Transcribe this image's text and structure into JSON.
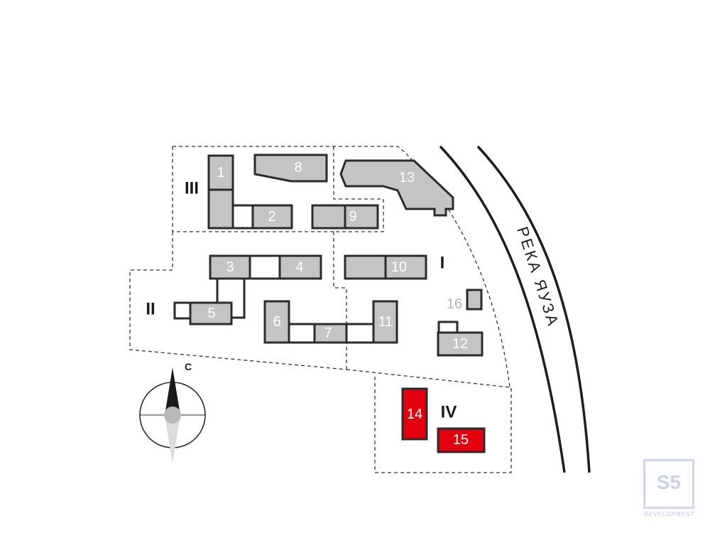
{
  "river": {
    "label": "РЕКА ЯУЗА"
  },
  "compass": {
    "label": "С"
  },
  "zones": [
    "I",
    "II",
    "III",
    "IV"
  ],
  "buildings": {
    "b1": "1",
    "b2": "2",
    "b3": "3",
    "b4": "4",
    "b5": "5",
    "b6": "6",
    "b7": "7",
    "b8": "8",
    "b9": "9",
    "b10": "10",
    "b11": "11",
    "b12": "12",
    "b13": "13",
    "b14": "14",
    "b15": "15",
    "b16": "16"
  },
  "highlighted_buildings": [
    "14",
    "15"
  ],
  "colors": {
    "building": "#c4c4c4",
    "highlight": "#e3000f",
    "outline": "#2b2b2b",
    "logo": "#cfd8ea"
  },
  "logo": {
    "mark": "S5",
    "subtitle": "DEVELOPMENT"
  }
}
